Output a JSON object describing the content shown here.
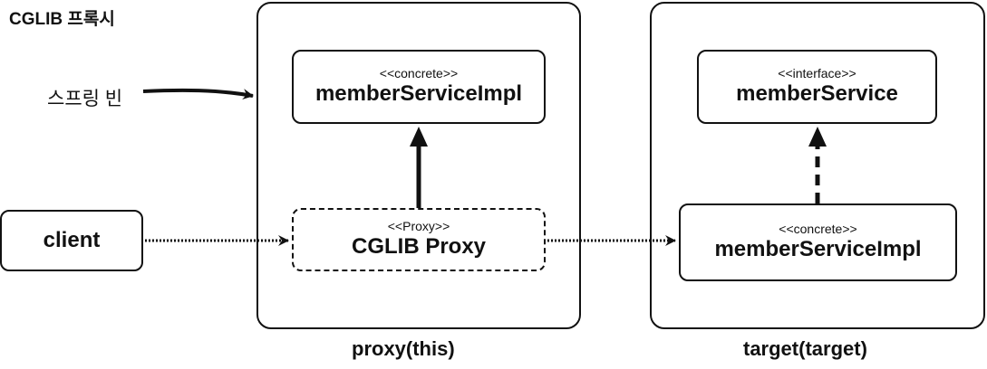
{
  "title": "CGLIB 프록시",
  "spring_bean_label": "스프링 빈",
  "client": {
    "label": "client"
  },
  "proxy_container": {
    "caption": "proxy(this)",
    "concrete_box": {
      "stereotype": "<<concrete>>",
      "name": "memberServiceImpl"
    },
    "proxy_box": {
      "stereotype": "<<Proxy>>",
      "name": "CGLIB Proxy"
    }
  },
  "target_container": {
    "caption": "target(target)",
    "interface_box": {
      "stereotype": "<<interface>>",
      "name": "memberService"
    },
    "concrete_box": {
      "stereotype": "<<concrete>>",
      "name": "memberServiceImpl"
    }
  },
  "colors": {
    "stroke": "#111111",
    "background": "#ffffff"
  }
}
